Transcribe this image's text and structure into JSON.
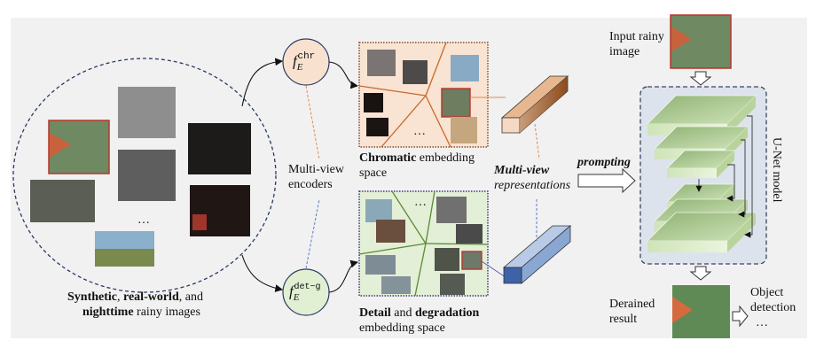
{
  "colors": {
    "panel_bg": "#f1f1f1",
    "chromatic_fill": "#f9e3d2",
    "chromatic_border": "#8a4a2a",
    "chromatic_lines": "#c76a2e",
    "detail_fill": "#e3efd6",
    "detail_border": "#34406a",
    "detail_lines": "#5b8a36",
    "dataset_border": "#2c3a66",
    "encoder_chr_fill": "#f8e2cf",
    "encoder_det_fill": "#e1efd2",
    "unet_bg": "#dde3ec",
    "unet_layer": "#a9c68c",
    "highlight_red": "#b8352a",
    "bar_orange": "#c97a3e",
    "bar_blue": "#7294c8"
  },
  "dataset": {
    "label_line1_bold1": "Synthetic",
    "label_line1_sep1": ", ",
    "label_line1_bold2": "real-world",
    "label_line1_rest": ", and",
    "label_line2_bold": "nighttime",
    "label_line2_rest": " rainy images",
    "ellipsis": "…"
  },
  "encoders": {
    "label_line1": "Multi-view",
    "label_line2": "encoders",
    "chr": {
      "base": "f",
      "sub": "E",
      "sup": "chr"
    },
    "det": {
      "base": "f",
      "sub": "E",
      "sup": "det−g"
    }
  },
  "chromatic_space": {
    "bold": "Chromatic",
    "rest": " embedding",
    "line2": "space",
    "ellipsis": "…"
  },
  "detail_space": {
    "bold1": "Detail",
    "mid": " and ",
    "bold2": "degradation",
    "line2": "embedding space",
    "ellipsis": "…"
  },
  "representations": {
    "line1": "Multi-view",
    "line2": "representations"
  },
  "prompting": {
    "label": "prompting"
  },
  "unet": {
    "label": "U-Net model"
  },
  "input": {
    "line1": "Input rainy",
    "line2": "image"
  },
  "output": {
    "line1": "Derained",
    "line2": "result"
  },
  "downstream": {
    "line1": "Object",
    "line2": "detection",
    "line3": "…"
  }
}
